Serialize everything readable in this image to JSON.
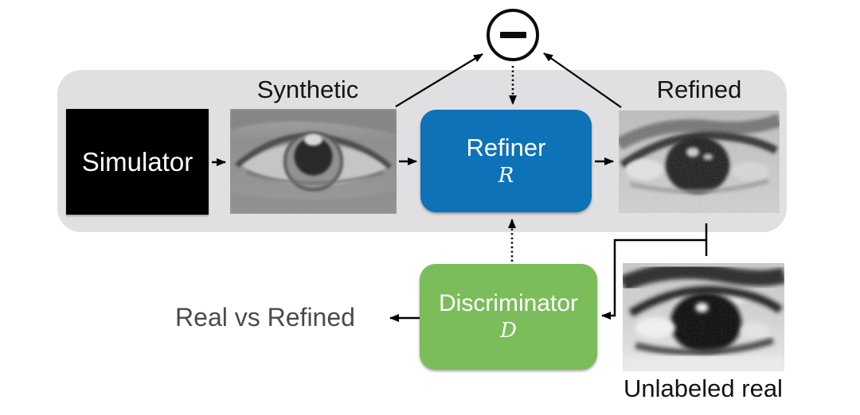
{
  "panel": {
    "bg": "#e0e0e2"
  },
  "labels": {
    "synthetic": "Synthetic",
    "refined": "Refined",
    "unlabeled_real": "Unlabeled real",
    "real_vs_refined": "Real vs Refined"
  },
  "nodes": {
    "simulator": {
      "label": "Simulator",
      "bg": "#000000"
    },
    "refiner": {
      "label": "Refiner",
      "symbol": "R",
      "bg": "#0e72b8"
    },
    "discriminator": {
      "label": "Discriminator",
      "symbol": "D",
      "bg": "#7abd5a"
    },
    "minus": {
      "symbol": "−"
    }
  },
  "colors": {
    "arrow": "#000000",
    "muted_text": "#4a4a4c",
    "label_text": "#141414"
  }
}
